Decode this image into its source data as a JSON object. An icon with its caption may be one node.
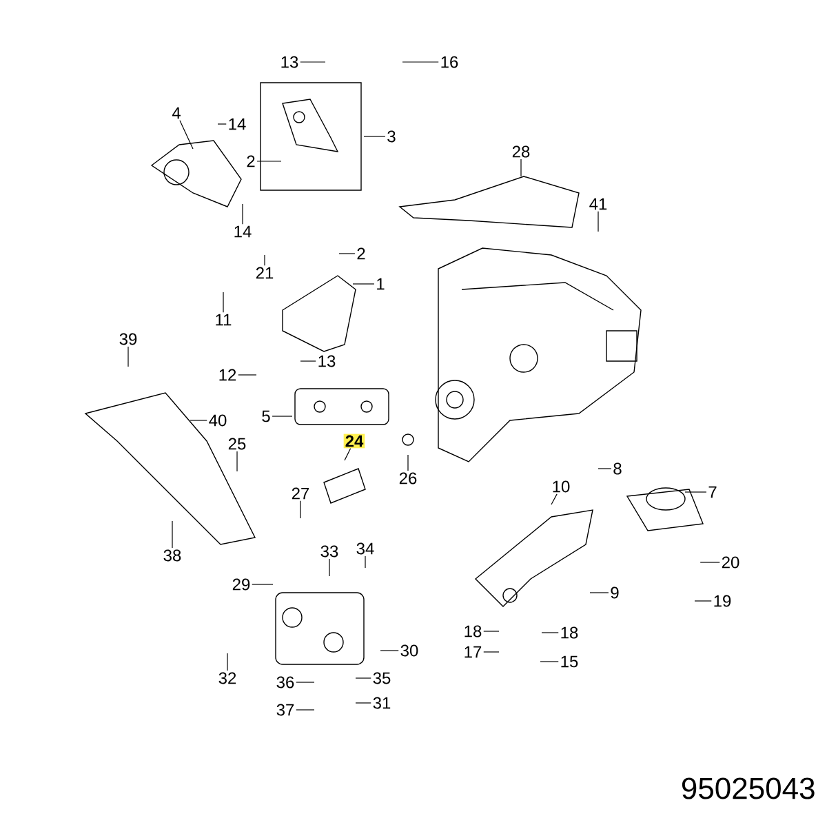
{
  "diagram": {
    "nodes": [
      {
        "text": [
          "13"
        ]
      },
      {
        "text": [
          "16"
        ]
      },
      {
        "text": [
          "4"
        ]
      },
      {
        "text": [
          "14"
        ]
      },
      {
        "text": [
          "3"
        ]
      },
      {
        "text": [
          "2"
        ]
      },
      {
        "text": [
          "28"
        ]
      },
      {
        "text": [
          "14"
        ]
      },
      {
        "text": [
          "41"
        ]
      },
      {
        "text": [
          "2"
        ]
      },
      {
        "text": [
          "21"
        ]
      },
      {
        "text": [
          "1"
        ]
      },
      {
        "text": [
          "11"
        ]
      },
      {
        "text": [
          "39"
        ]
      },
      {
        "text": [
          "13"
        ]
      },
      {
        "text": [
          "12"
        ]
      },
      {
        "text": [
          "40"
        ]
      },
      {
        "text": [
          "5"
        ]
      },
      {
        "text": [
          "24"
        ]
      },
      {
        "text": [
          "25"
        ]
      },
      {
        "text": [
          "26"
        ]
      },
      {
        "text": [
          "27"
        ]
      },
      {
        "text": [
          "8"
        ]
      },
      {
        "text": [
          "10"
        ]
      },
      {
        "text": [
          "7"
        ]
      },
      {
        "text": [
          "38"
        ]
      },
      {
        "text": [
          "33"
        ]
      },
      {
        "text": [
          "34"
        ]
      },
      {
        "text": [
          "20"
        ]
      },
      {
        "text": [
          "29"
        ]
      },
      {
        "text": [
          "9"
        ]
      },
      {
        "text": [
          "19"
        ]
      },
      {
        "text": [
          "18"
        ]
      },
      {
        "text": [
          "18"
        ]
      },
      {
        "text": [
          "30"
        ]
      },
      {
        "text": [
          "17"
        ]
      },
      {
        "text": [
          "15"
        ]
      },
      {
        "text": [
          "32"
        ]
      },
      {
        "text": [
          "36"
        ]
      },
      {
        "text": [
          "35"
        ]
      },
      {
        "text": [
          "37"
        ]
      },
      {
        "text": [
          "31"
        ]
      }
    ],
    "edges": [
      {
        "from": 0,
        "to": null,
        "arrow": "none"
      },
      {
        "from": 1,
        "to": null,
        "arrow": "none"
      },
      {
        "from": 2,
        "to": null,
        "arrow": "none"
      },
      {
        "from": 3,
        "to": null,
        "arrow": "none"
      },
      {
        "from": 4,
        "to": null,
        "arrow": "none"
      },
      {
        "from": 5,
        "to": null,
        "arrow": "none"
      },
      {
        "from": 6,
        "to": null,
        "arrow": "none"
      },
      {
        "from": 7,
        "to": null,
        "arrow": "none"
      },
      {
        "from": 8,
        "to": null,
        "arrow": "none"
      },
      {
        "from": 9,
        "to": null,
        "arrow": "none"
      },
      {
        "from": 10,
        "to": null,
        "arrow": "none"
      },
      {
        "from": 11,
        "to": null,
        "arrow": "none"
      },
      {
        "from": 12,
        "to": null,
        "arrow": "none"
      },
      {
        "from": 13,
        "to": null,
        "arrow": "none"
      },
      {
        "from": 14,
        "to": null,
        "arrow": "none"
      },
      {
        "from": 15,
        "to": null,
        "arrow": "none"
      },
      {
        "from": 16,
        "to": null,
        "arrow": "none"
      },
      {
        "from": 17,
        "to": null,
        "arrow": "none"
      },
      {
        "from": 18,
        "to": null,
        "arrow": "none"
      },
      {
        "from": 19,
        "to": null,
        "arrow": "none"
      },
      {
        "from": 20,
        "to": null,
        "arrow": "none"
      },
      {
        "from": 21,
        "to": null,
        "arrow": "none"
      },
      {
        "from": 22,
        "to": null,
        "arrow": "none"
      },
      {
        "from": 23,
        "to": null,
        "arrow": "none"
      },
      {
        "from": 24,
        "to": null,
        "arrow": "none"
      },
      {
        "from": 25,
        "to": null,
        "arrow": "none"
      },
      {
        "from": 26,
        "to": null,
        "arrow": "none"
      },
      {
        "from": 27,
        "to": null,
        "arrow": "none"
      },
      {
        "from": 28,
        "to": null,
        "arrow": "none"
      },
      {
        "from": 29,
        "to": null,
        "arrow": "none"
      },
      {
        "from": 30,
        "to": null,
        "arrow": "none"
      },
      {
        "from": 31,
        "to": null,
        "arrow": "none"
      },
      {
        "from": 32,
        "to": null,
        "arrow": "none"
      },
      {
        "from": 33,
        "to": null,
        "arrow": "none"
      },
      {
        "from": 34,
        "to": null,
        "arrow": "none"
      },
      {
        "from": 35,
        "to": null,
        "arrow": "none"
      },
      {
        "from": 36,
        "to": null,
        "arrow": "none"
      },
      {
        "from": 37,
        "to": null,
        "arrow": "none"
      },
      {
        "from": 38,
        "to": null,
        "arrow": "none"
      },
      {
        "from": 39,
        "to": null,
        "arrow": "none"
      },
      {
        "from": 40,
        "to": null,
        "arrow": "none"
      },
      {
        "from": 41,
        "to": null,
        "arrow": "none"
      }
    ],
    "labels": [
      "95025043"
    ]
  }
}
